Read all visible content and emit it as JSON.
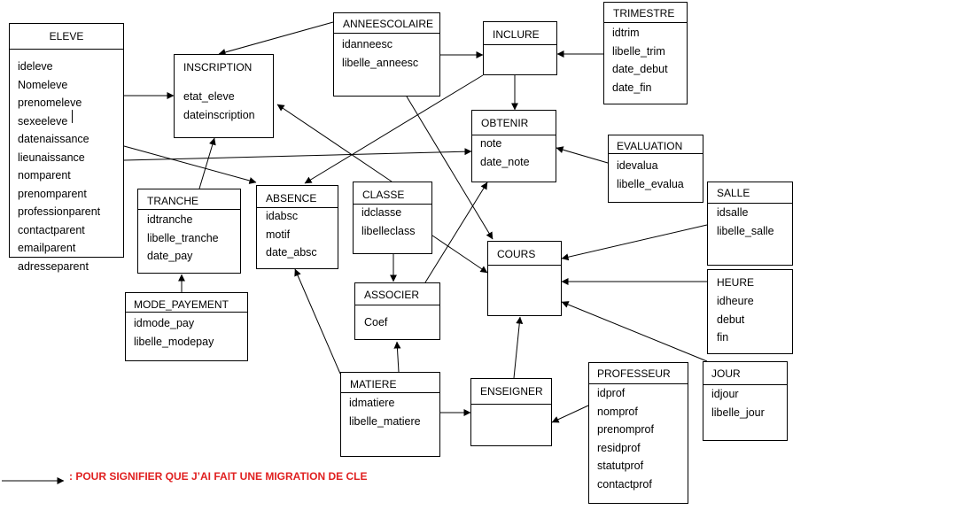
{
  "colors": {
    "line": "#000000",
    "legend_text": "#e02020",
    "background": "#ffffff"
  },
  "entities": {
    "eleve": {
      "title": "ELEVE",
      "fields": [
        "ideleve",
        "Nomeleve",
        "prenomeleve",
        "sexeeleve",
        "datenaissance",
        "lieunaissance",
        "nomparent",
        "prenomparent",
        "professionparent",
        "contactparent",
        "emailparent",
        "adresseparent"
      ]
    },
    "inscription": {
      "title": "INSCRIPTION",
      "fields": [
        "etat_eleve",
        "dateinscription"
      ]
    },
    "anneescolaire": {
      "title": "ANNEESCOLAIRE",
      "fields": [
        "idanneesc",
        "libelle_anneesc"
      ]
    },
    "inclure": {
      "title": "INCLURE",
      "fields": []
    },
    "trimestre": {
      "title": "TRIMESTRE",
      "fields": [
        "idtrim",
        "libelle_trim",
        "date_debut",
        "date_fin"
      ]
    },
    "obtenir": {
      "title": "OBTENIR",
      "fields": [
        "note",
        "date_note"
      ]
    },
    "evaluation": {
      "title": "EVALUATION",
      "fields": [
        "idevalua",
        "libelle_evalua"
      ]
    },
    "tranche": {
      "title": "TRANCHE",
      "fields": [
        "idtranche",
        "libelle_tranche",
        "date_pay"
      ]
    },
    "absence": {
      "title": "ABSENCE",
      "fields": [
        "idabsc",
        "motif",
        "date_absc"
      ]
    },
    "classe": {
      "title": "CLASSE",
      "fields": [
        "idclasse",
        "libelleclass"
      ]
    },
    "salle": {
      "title": "SALLE",
      "fields": [
        "idsalle",
        "libelle_salle"
      ]
    },
    "cours": {
      "title": "COURS",
      "fields": []
    },
    "heure": {
      "title": "HEURE",
      "fields": [
        "idheure",
        "debut",
        "fin"
      ]
    },
    "mode_payement": {
      "title": "MODE_PAYEMENT",
      "fields": [
        "idmode_pay",
        "libelle_modepay"
      ]
    },
    "associer": {
      "title": "ASSOCIER",
      "fields": [
        "Coef"
      ]
    },
    "matiere": {
      "title": "MATIERE",
      "fields": [
        "idmatiere",
        "libelle_matiere"
      ]
    },
    "enseigner": {
      "title": "ENSEIGNER",
      "fields": []
    },
    "professeur": {
      "title": "PROFESSEUR",
      "fields": [
        "idprof",
        "nomprof",
        "prenomprof",
        "residprof",
        "statutprof",
        "contactprof"
      ]
    },
    "jour": {
      "title": "JOUR",
      "fields": [
        "idjour",
        "libelle_jour"
      ]
    }
  },
  "legend": {
    "text": ": POUR SIGNIFIER QUE J’AI FAIT UNE MIGRATION DE CLE",
    "icon": "arrow-right-icon"
  }
}
